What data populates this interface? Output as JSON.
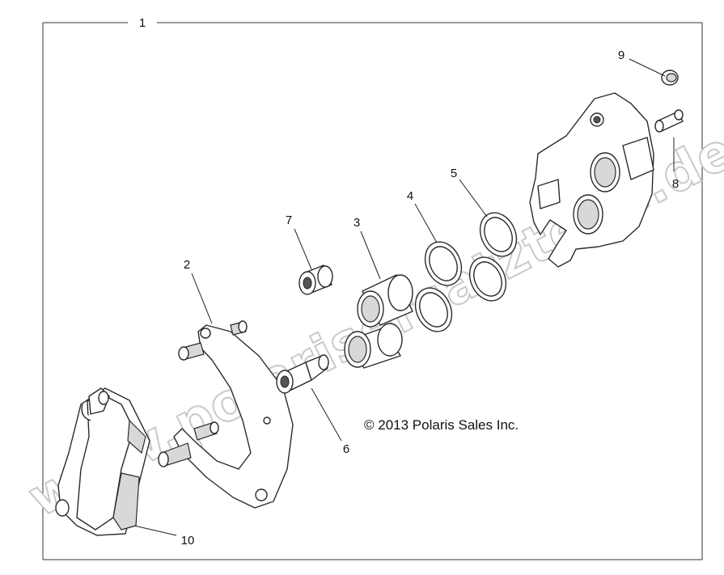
{
  "diagram": {
    "frame_label": "1",
    "copyright": "© 2013 Polaris Sales Inc.",
    "watermark": "www.polarisersatzteile.de",
    "callouts": [
      "2",
      "3",
      "4",
      "5",
      "6",
      "7",
      "8",
      "9",
      "10"
    ]
  }
}
